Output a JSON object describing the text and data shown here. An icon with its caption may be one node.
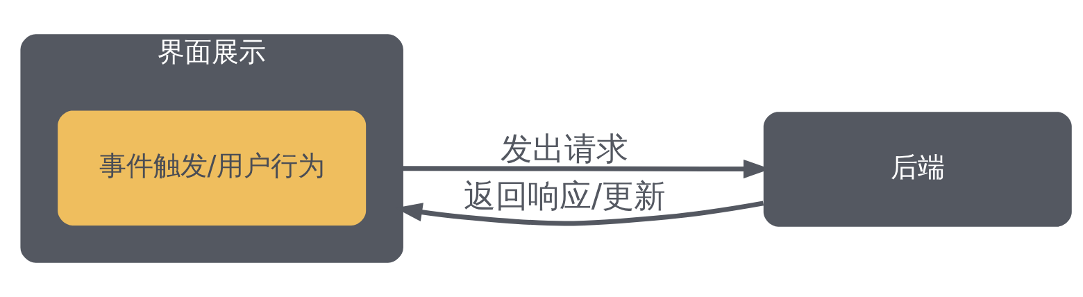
{
  "diagram": {
    "nodes": [
      {
        "text": [
          "界面展示"
        ]
      },
      {
        "text": [
          "事件触发/用户行为"
        ],
        "in": 0
      },
      {
        "text": [
          "后端"
        ]
      }
    ],
    "edges": [
      {
        "from": 0,
        "to": 2,
        "arrow": "to",
        "label": "发出请求"
      },
      {
        "from": 2,
        "to": 0,
        "arrow": "to",
        "label": "返回响应/更新"
      }
    ]
  }
}
